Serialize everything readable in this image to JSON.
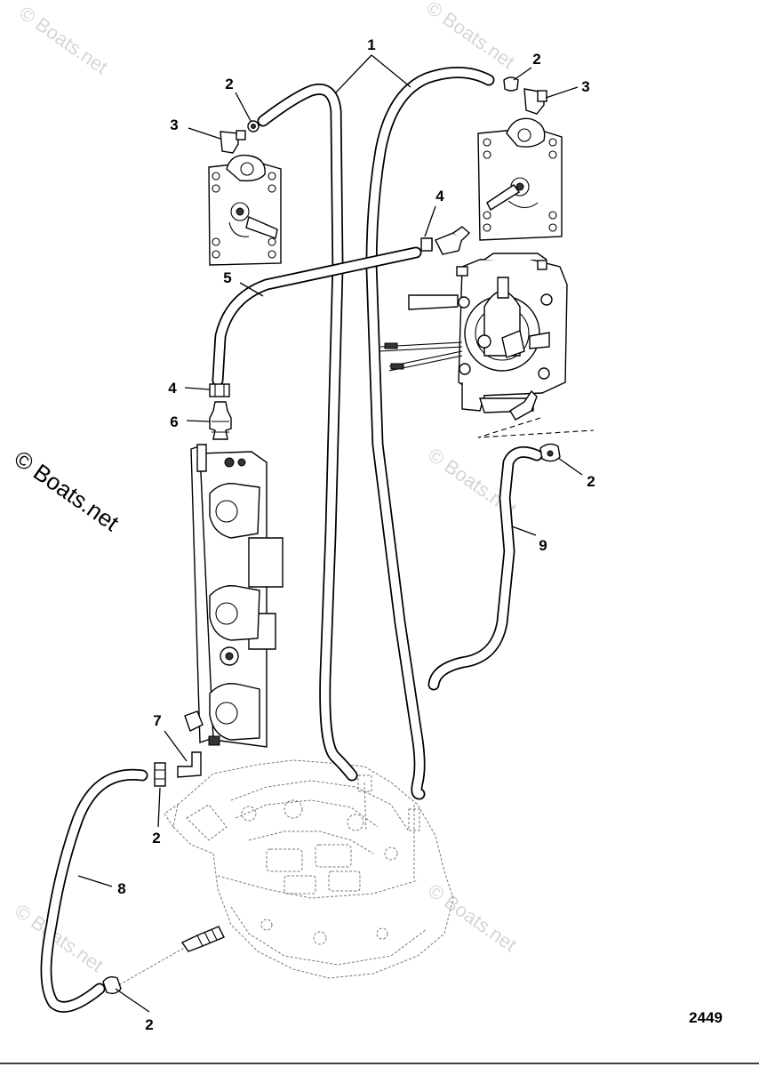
{
  "figure_number": "2449",
  "watermark": {
    "text": "© Boats.net"
  },
  "callouts": [
    {
      "id": "c1",
      "text": "1"
    },
    {
      "id": "c2a",
      "text": "2"
    },
    {
      "id": "c3a",
      "text": "3"
    },
    {
      "id": "c2b",
      "text": "2"
    },
    {
      "id": "c3b",
      "text": "3"
    },
    {
      "id": "c4a",
      "text": "4"
    },
    {
      "id": "c5",
      "text": "5"
    },
    {
      "id": "c4b",
      "text": "4"
    },
    {
      "id": "c6",
      "text": "6"
    },
    {
      "id": "c2c",
      "text": "2"
    },
    {
      "id": "c9",
      "text": "9"
    },
    {
      "id": "c7",
      "text": "7"
    },
    {
      "id": "c2d",
      "text": "2"
    },
    {
      "id": "c8",
      "text": "8"
    },
    {
      "id": "c2e",
      "text": "2"
    }
  ]
}
